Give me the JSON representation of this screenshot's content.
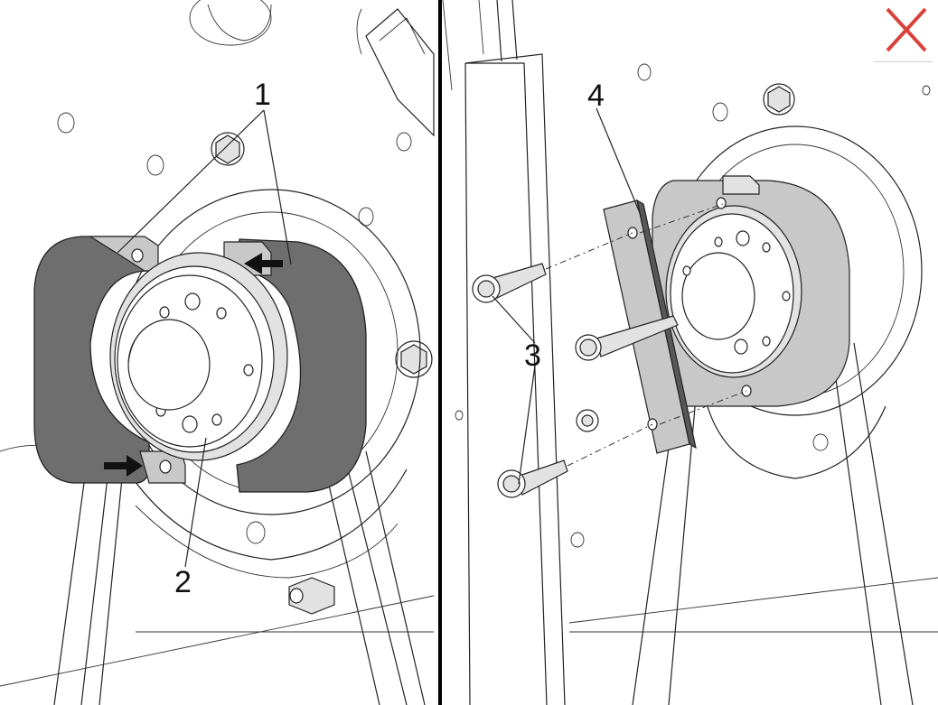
{
  "callouts": {
    "c1": "1",
    "c2": "2",
    "c3": "3",
    "c4": "4"
  },
  "panels": {
    "left": {
      "callouts": [
        "1",
        "2"
      ]
    },
    "right": {
      "callouts": [
        "3",
        "4"
      ]
    }
  },
  "close_button": {
    "icon": "close-icon",
    "color": "#d9423c"
  },
  "colors": {
    "line": "#222222",
    "clamp_dark": "#6e6e6e",
    "clamp_light": "#c8c8c8",
    "divider": "#000000"
  }
}
